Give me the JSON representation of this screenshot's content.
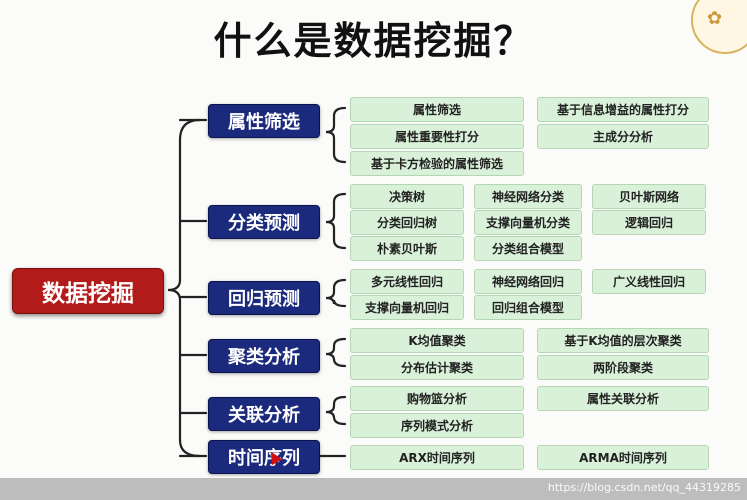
{
  "title": "什么是数据挖掘？",
  "root": "数据挖掘",
  "categories": [
    {
      "label": "属性筛选",
      "items": [
        "属性筛选",
        "基于信息增益的属性打分",
        "属性重要性打分",
        "主成分分析",
        "基于卡方检验的属性筛选"
      ]
    },
    {
      "label": "分类预测",
      "items": [
        "决策树",
        "神经网络分类",
        "贝叶斯网络",
        "分类回归树",
        "支撑向量机分类",
        "逻辑回归",
        "朴素贝叶斯",
        "分类组合模型"
      ]
    },
    {
      "label": "回归预测",
      "items": [
        "多元线性回归",
        "神经网络回归",
        "广义线性回归",
        "支撑向量机回归",
        "回归组合模型"
      ]
    },
    {
      "label": "聚类分析",
      "items": [
        "K均值聚类",
        "基于K均值的层次聚类",
        "分布估计聚类",
        "两阶段聚类"
      ]
    },
    {
      "label": "关联分析",
      "items": [
        "购物篮分析",
        "属性关联分析",
        "序列模式分析"
      ]
    },
    {
      "label": "时间序列",
      "items": [
        "ARX时间序列",
        "ARMA时间序列"
      ]
    }
  ],
  "footer": "https://blog.csdn.net/qq_44319285",
  "colors": {
    "root": "#b31a1a",
    "category": "#1c2a7d",
    "leaf": "#d9f1d9"
  }
}
